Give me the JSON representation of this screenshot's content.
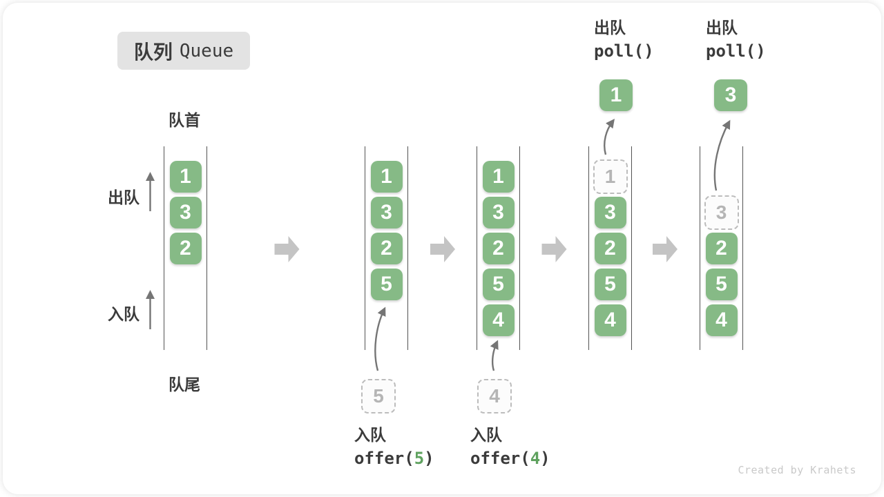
{
  "title": {
    "zh": "队列",
    "en": "Queue"
  },
  "labels": {
    "front": "队首",
    "rear": "队尾",
    "dequeue": "出队",
    "enqueue": "入队"
  },
  "ops": {
    "poll1": {
      "label": "出队",
      "code": "poll()"
    },
    "poll2": {
      "label": "出队",
      "code": "poll()"
    },
    "offer5": {
      "label": "入队",
      "code_pre": "offer(",
      "arg": "5",
      "code_post": ")"
    },
    "offer4": {
      "label": "入队",
      "code_pre": "offer(",
      "arg": "4",
      "code_post": ")"
    }
  },
  "queues": [
    {
      "name": "state-1-initial",
      "items": [
        {
          "v": "1",
          "kind": "filled"
        },
        {
          "v": "3",
          "kind": "filled"
        },
        {
          "v": "2",
          "kind": "filled"
        }
      ]
    },
    {
      "name": "state-2-after-offer-5",
      "items": [
        {
          "v": "1",
          "kind": "filled"
        },
        {
          "v": "3",
          "kind": "filled"
        },
        {
          "v": "2",
          "kind": "filled"
        },
        {
          "v": "5",
          "kind": "filled"
        }
      ],
      "pending": "5"
    },
    {
      "name": "state-3-after-offer-4",
      "items": [
        {
          "v": "1",
          "kind": "filled"
        },
        {
          "v": "3",
          "kind": "filled"
        },
        {
          "v": "2",
          "kind": "filled"
        },
        {
          "v": "5",
          "kind": "filled"
        },
        {
          "v": "4",
          "kind": "filled"
        }
      ],
      "pending": "4"
    },
    {
      "name": "state-4-after-poll-1",
      "items": [
        {
          "v": "1",
          "kind": "ghost"
        },
        {
          "v": "3",
          "kind": "filled"
        },
        {
          "v": "2",
          "kind": "filled"
        },
        {
          "v": "5",
          "kind": "filled"
        },
        {
          "v": "4",
          "kind": "filled"
        }
      ],
      "ejected": "1"
    },
    {
      "name": "state-5-after-poll-3",
      "items": [
        {
          "v": "",
          "kind": "empty"
        },
        {
          "v": "3",
          "kind": "ghost"
        },
        {
          "v": "2",
          "kind": "filled"
        },
        {
          "v": "5",
          "kind": "filled"
        },
        {
          "v": "4",
          "kind": "filled"
        }
      ],
      "ejected": "3"
    }
  ],
  "watermark": "Created by Krahets",
  "colors": {
    "item_green": "#86ba86",
    "arg_green": "#5fa25f",
    "ghost_border": "#bcbcbc",
    "ghost_text": "#b5b5b5",
    "title_bg": "#e3e3e3",
    "text_dark": "#3b3b3b",
    "block_arrow": "#c4c4c4",
    "thin_arrow": "#757575",
    "channel_line": "#525252",
    "watermark_gray": "#c9c9c9"
  }
}
